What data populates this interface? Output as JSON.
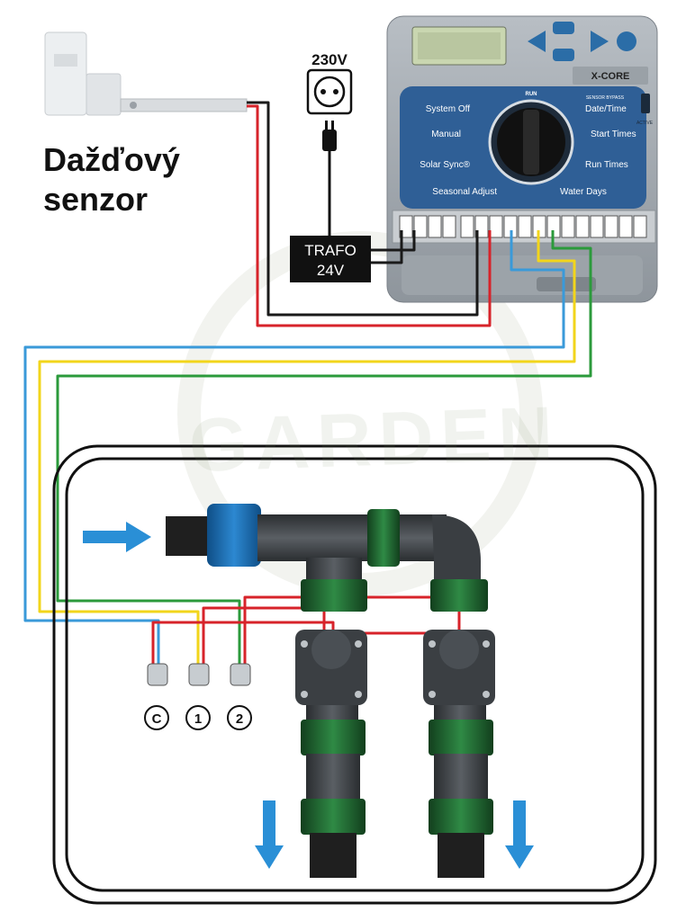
{
  "rain_sensor": {
    "line1": "Dažďový",
    "line2": "senzor"
  },
  "power_socket": {
    "label": "230V"
  },
  "transformer": {
    "line1": "TRAFO",
    "line2": "24V"
  },
  "controller": {
    "brand": "X-CORE",
    "dial_indicator": "RUN",
    "sensor_bypass": "SENSOR BYPASS",
    "active": "ACTIVE",
    "left_labels": [
      "System Off",
      "Manual",
      "Solar Sync®",
      "Seasonal Adjust"
    ],
    "right_labels": [
      "Date/Time",
      "Start Times",
      "Run Times",
      "Water Days"
    ]
  },
  "watermark": "GARDEN",
  "valve_terminals": [
    "C",
    "1",
    "2"
  ],
  "colors": {
    "wire_red": "#d7232a",
    "wire_black": "#1a1a1a",
    "wire_blue": "#3a9ad9",
    "wire_yellow": "#f2d51b",
    "wire_green": "#2b9a3b",
    "controller_blue": "#2f5f96",
    "flow_arrow": "#2a8fd6",
    "fitting_green": "#226b34",
    "valve_dark": "#3b3f43"
  }
}
